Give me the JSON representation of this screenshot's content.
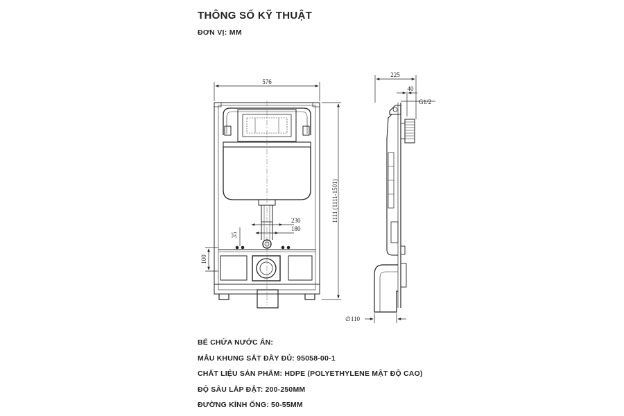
{
  "header": {
    "title": "THÔNG SỐ KỸ THUẬT",
    "unit": "ĐƠN VỊ: MM"
  },
  "drawing": {
    "front": {
      "width": "576",
      "height": "1111 (1111-1501)",
      "dim_230": "230",
      "dim_180": "180",
      "dim_35": "35",
      "dim_100": "100"
    },
    "side": {
      "depth": "225",
      "dim_40": "40",
      "thread": "G1/2",
      "pipe_diameter": "∅110"
    }
  },
  "specs": [
    "BỂ CHỨA NƯỚC ẨN:",
    "MẪU KHUNG SẮT ĐẦY ĐỦ: 95058-00-1",
    "CHẤT LIỆU SẢN PHẨM: HDPE (POLYETHYLENE MẬT ĐỘ CAO)",
    "ĐỘ SÂU LẮP ĐẶT: 200-250MM",
    "ĐƯỜNG KÍNH ỐNG: 50-55MM"
  ]
}
